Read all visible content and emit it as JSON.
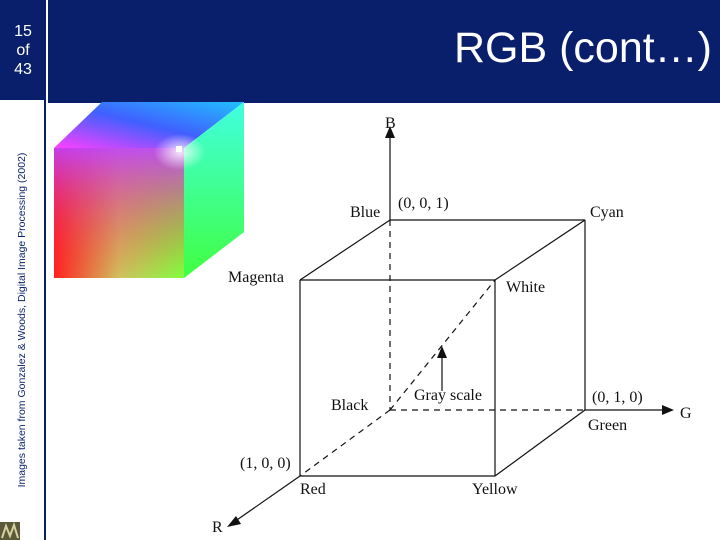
{
  "slide": {
    "number": "15",
    "of": "of",
    "total": "43",
    "title": "RGB (cont…)",
    "credit": "Images taken from Gonzalez & Woods, Digital Image Processing (2002)"
  },
  "diagram": {
    "axis_labels": {
      "b": "B",
      "g": "G",
      "r": "R"
    },
    "vertex_labels": {
      "blue": "Blue",
      "blue_coord": "(0, 0, 1)",
      "cyan": "Cyan",
      "magenta": "Magenta",
      "white": "White",
      "black": "Black",
      "gray_scale": "Gray scale",
      "green_coord": "(0, 1, 0)",
      "green": "Green",
      "red_coord": "(1, 0, 0)",
      "red": "Red",
      "yellow": "Yellow"
    }
  },
  "colors": {
    "header_bg": "#0a1f6b",
    "header_text": "#ffffff",
    "line": "#111111"
  }
}
